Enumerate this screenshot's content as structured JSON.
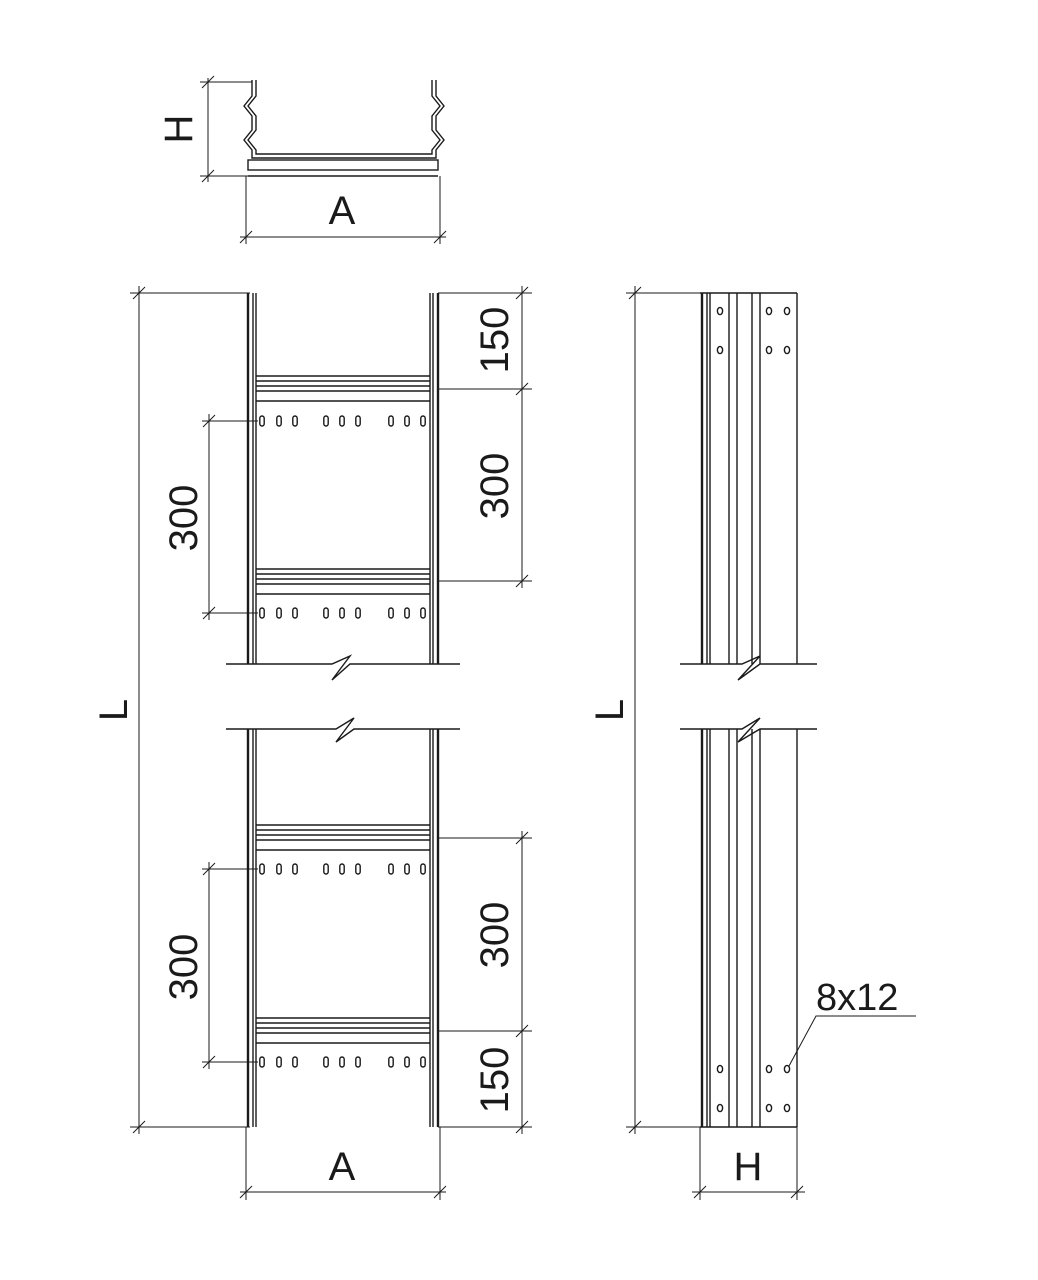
{
  "labels": {
    "width": "A",
    "height": "H",
    "length": "L",
    "end_offset": "150",
    "pitch": "300",
    "hole_size": "8x12"
  }
}
